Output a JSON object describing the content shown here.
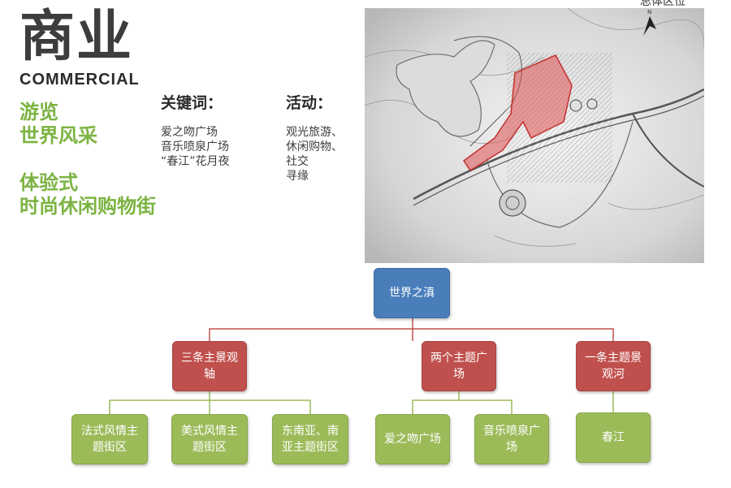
{
  "header": {
    "title": "商业",
    "subtitle": "COMMERCIAL"
  },
  "green_text": {
    "line1": "游览",
    "line2": "世界风采",
    "line3": "体验式",
    "line4": "时尚休闲购物街"
  },
  "keywords": {
    "heading": "关键词：",
    "items": [
      "爱之吻广场",
      "音乐喷泉广场",
      "“春江”花月夜"
    ]
  },
  "activities": {
    "heading": "活动：",
    "items": [
      "观光旅游、",
      "休闲购物、",
      "社交",
      "寻缘"
    ]
  },
  "map": {
    "corner_text": "总体区位",
    "north_label": "N",
    "highlight_color": "#e05050"
  },
  "tree": {
    "root": "世界之滇",
    "level1": [
      "三条主景观轴",
      "两个主题广场",
      "一条主题景观河"
    ],
    "level2": [
      [
        "法式风情主题街区",
        "美式风情主题街区",
        "东南亚、南亚主题街区"
      ],
      [
        "爱之吻广场",
        "音乐喷泉广场"
      ],
      [
        "春江"
      ]
    ],
    "colors": {
      "root": "#4a7ebb",
      "level1": "#c0504d",
      "level2": "#9bbb59",
      "connector_level1": "#c0504d",
      "connector_level2": "#9bbb59"
    }
  }
}
